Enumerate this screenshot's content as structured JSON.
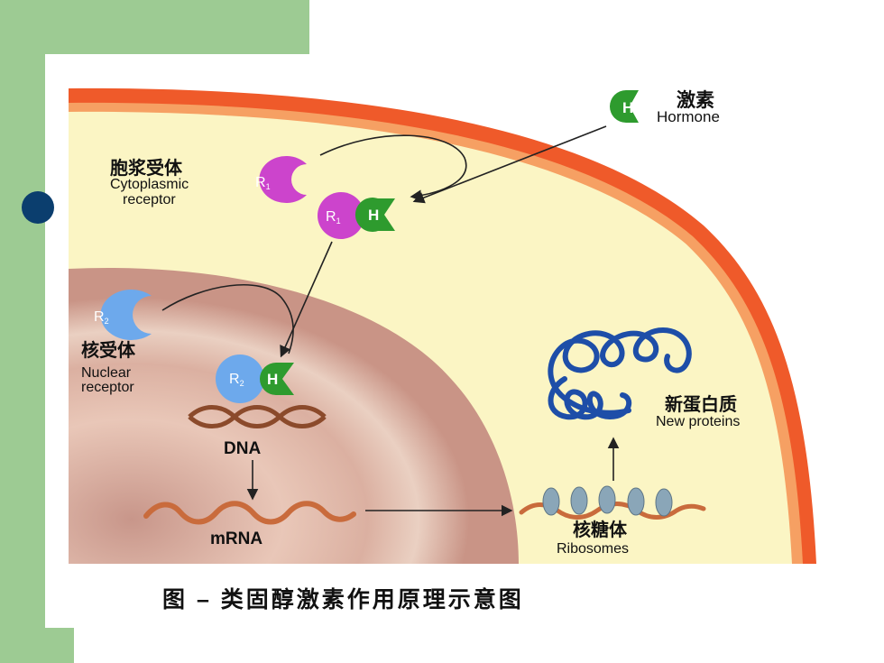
{
  "hormone": {
    "symbol": "H",
    "label_cn": "激素",
    "label_en": "Hormone"
  },
  "cytoplasmic_receptor": {
    "symbol": "R",
    "subscript": "1",
    "label_cn": "胞浆受体",
    "label_en_1": "Cytoplasmic",
    "label_en_2": "receptor"
  },
  "nuclear_receptor": {
    "symbol": "R",
    "subscript": "2",
    "label_cn": "核受体",
    "label_en_1": "Nuclear",
    "label_en_2": "receptor"
  },
  "dna": {
    "label": "DNA"
  },
  "mrna": {
    "label": "mRNA"
  },
  "ribosomes": {
    "label_cn": "核糖体",
    "label_en": "Ribosomes"
  },
  "new_proteins": {
    "label_cn": "新蛋白质",
    "label_en": "New proteins"
  },
  "caption": "图 – 类固醇激素作用原理示意图",
  "colors": {
    "membrane": "#ef5a2a",
    "cytoplasm": "#fbf5c4",
    "nucleus": "#dcb2a4",
    "receptor1": "#cc44cc",
    "receptor2": "#6da9ec",
    "hormone": "#2e9b2e",
    "protein": "#1e4ea8",
    "dna": "#8b4a2b",
    "mrna": "#c96b3c",
    "ribosome": "#8aa6b8"
  }
}
